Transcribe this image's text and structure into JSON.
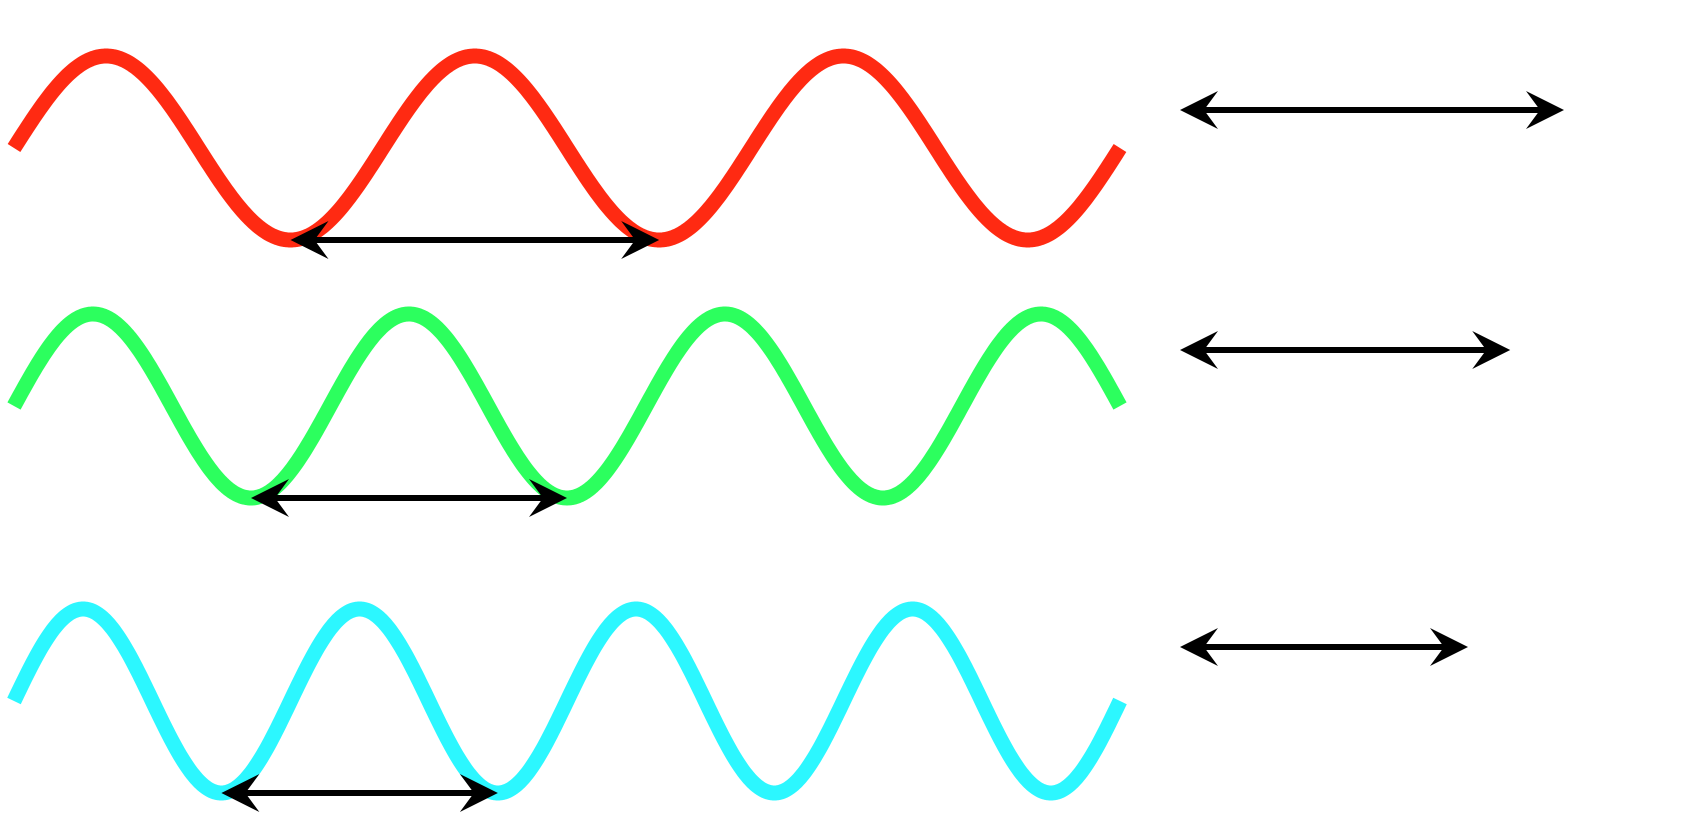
{
  "diagram": {
    "waves": [
      {
        "color": "#ff2a12",
        "cycles": 3,
        "relative_wavelength": 1.0
      },
      {
        "color": "#2cff5e",
        "cycles": 3.5,
        "relative_wavelength": 0.86
      },
      {
        "color": "#2cf7ff",
        "cycles": 4,
        "relative_wavelength": 0.75
      }
    ],
    "arrow_color": "#000000"
  }
}
